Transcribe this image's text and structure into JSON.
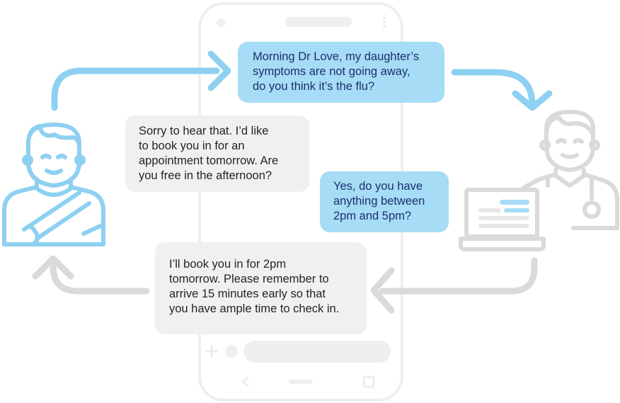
{
  "messages": [
    {
      "id": "patient-1",
      "from": "patient",
      "lines": [
        "Morning Dr Love, my daughter’s",
        "symptoms are not going away,",
        "do you think it’s the flu?"
      ]
    },
    {
      "id": "doctor-1",
      "from": "doctor",
      "lines": [
        "Sorry to hear that. I’d like",
        "to book you in for an",
        "appointment tomorrow. Are",
        "you free in the afternoon?"
      ]
    },
    {
      "id": "patient-2",
      "from": "patient",
      "lines": [
        "Yes, do you have",
        "anything between",
        "2pm and 5pm?"
      ]
    },
    {
      "id": "doctor-2",
      "from": "doctor",
      "lines": [
        "I’ll book you in for 2pm",
        "tomorrow. Please remember to",
        "arrive 15 minutes early so that",
        "you have ample time to check in."
      ]
    }
  ],
  "colors": {
    "patient_accent": "#8ed0f1",
    "patient_bubble": "#a6dcf6",
    "patient_text": "#1c2f6a",
    "doctor_gray": "#dadada",
    "doctor_bubble": "#f0f0f0",
    "doctor_text": "#1f2326",
    "phone_outline": "#efefef"
  },
  "icons": {
    "patient": "patient-with-arm-sling-icon",
    "doctor": "doctor-with-stethoscope-icon",
    "laptop": "laptop-icon",
    "phone": "smartphone-outline-icon"
  }
}
